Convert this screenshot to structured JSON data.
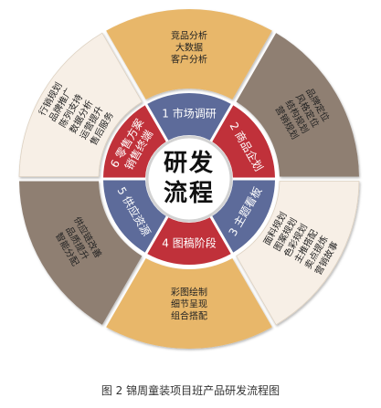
{
  "center": {
    "line1": "研发",
    "line2": "流程"
  },
  "stages": [
    {
      "lines": [
        "1 市场调研"
      ],
      "color": "#5D6B9A"
    },
    {
      "lines": [
        "2 商品企划"
      ],
      "color": "#C0313A"
    },
    {
      "lines": [
        "3 主题看板"
      ],
      "color": "#5D6B9A"
    },
    {
      "lines": [
        "4 图稿阶段"
      ],
      "color": "#C0313A"
    },
    {
      "lines": [
        "5 供应资源"
      ],
      "color": "#5D6B9A"
    },
    {
      "lines": [
        "6 零售方案",
        "销售终端"
      ],
      "color": "#C0313A"
    }
  ],
  "details": [
    {
      "color": "#E8B76A",
      "items": [
        "竞品分析",
        "大数据",
        "客户分析"
      ]
    },
    {
      "color": "#8F7F72",
      "items": [
        "品牌定位",
        "风格定位",
        "结构规划",
        "营销规划"
      ]
    },
    {
      "color": "#F7EFE6",
      "items": [
        "面料规划",
        "图案规划",
        "色彩规划",
        "主推搭配",
        "卖点提炼",
        "营销故事"
      ]
    },
    {
      "color": "#E8B76A",
      "items": [
        "彩图绘制",
        "细节呈现",
        "组合搭配"
      ]
    },
    {
      "color": "#8F7F72",
      "items": [
        "供应链改善",
        "品质提升",
        "智能分配"
      ]
    },
    {
      "color": "#F7EFE6",
      "items": [
        "行销规划",
        "品牌推广",
        "陈列支持",
        "数据分析",
        "运营提升",
        "售后服务"
      ]
    }
  ],
  "caption": "图 2 锦周童装项目班产品研发流程图"
}
